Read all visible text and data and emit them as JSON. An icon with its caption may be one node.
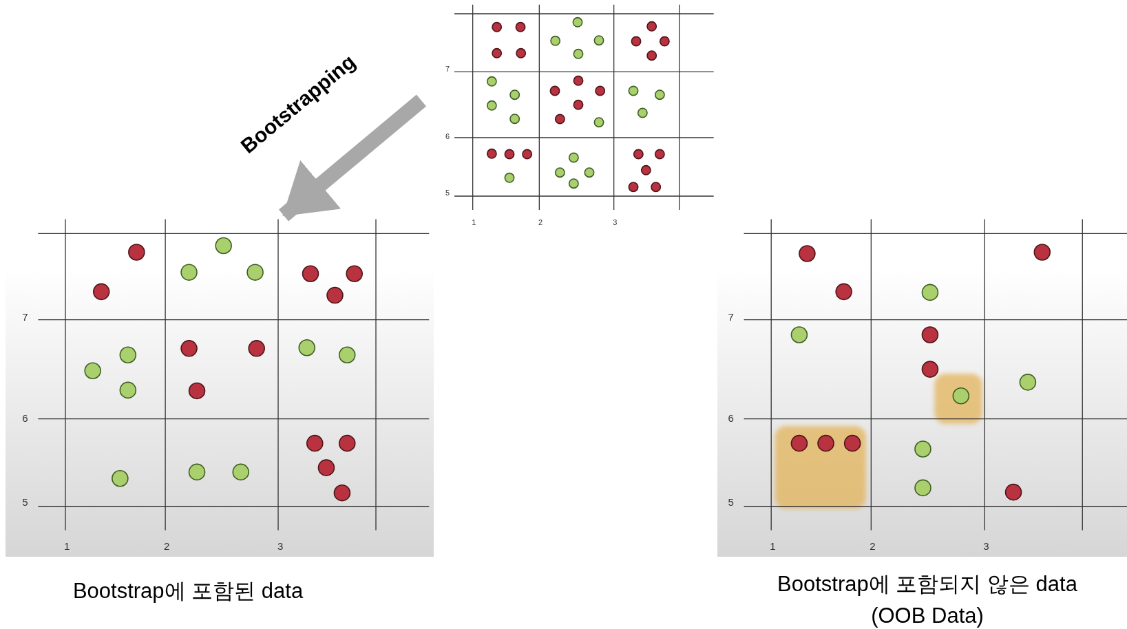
{
  "diagram": {
    "nodes": [
      {
        "text": [],
        "shape": "picture"
      },
      {
        "text": [],
        "shape": "picture",
        "beside": [
          "Bootstrap에 포함된 data"
        ]
      },
      {
        "text": [],
        "shape": "picture",
        "beside": [
          "Bootstrap에 포함되지 않은 data",
          "(OOB Data)"
        ]
      }
    ],
    "edges": [
      {
        "from": 0,
        "to": 1,
        "arrow": "to",
        "label": "Bootstrapping"
      }
    ],
    "labels": [
      "7",
      "6",
      "5",
      "1",
      "2",
      "3",
      "7",
      "6",
      "5",
      "1",
      "2",
      "3",
      "7",
      "6",
      "5",
      "1",
      "2",
      "3"
    ]
  }
}
